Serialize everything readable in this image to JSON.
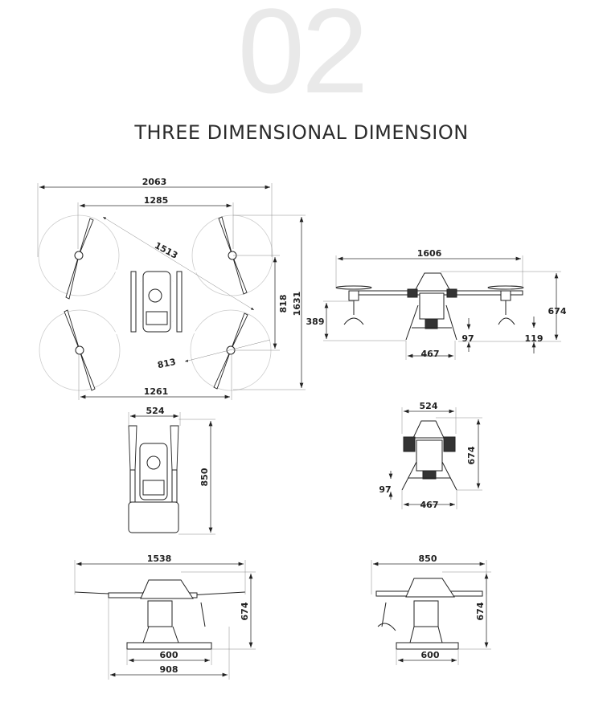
{
  "header": {
    "number": "02",
    "title": "THREE DIMENSIONAL DIMENSION"
  },
  "top_view": {
    "overall_width": "2063",
    "motor_span": "1285",
    "diagonal": "1513",
    "arm_spacing": "818",
    "overall_length": "1631",
    "prop_radius": "813",
    "rear_span": "1261"
  },
  "front_view": {
    "width": "1606",
    "height": "674",
    "arm_height": "389",
    "clearance_body": "97",
    "clearance_nozzle": "119",
    "leg_span": "467"
  },
  "folded_top_view": {
    "width": "524",
    "length": "850"
  },
  "folded_front_view": {
    "width": "524",
    "height": "674",
    "clearance": "97",
    "leg_span": "467"
  },
  "side_view": {
    "width": "1538",
    "height": "674",
    "skid_inner": "600",
    "skid_outer": "908"
  },
  "folded_side_view": {
    "width": "850",
    "height": "674",
    "skid": "600"
  }
}
